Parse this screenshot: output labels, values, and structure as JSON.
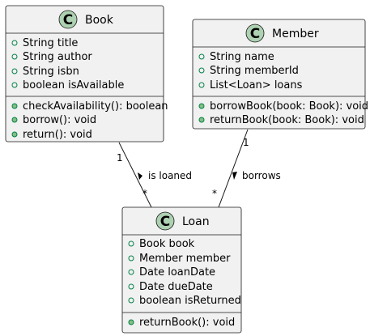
{
  "diagram": {
    "classes": {
      "book": {
        "badge": "C",
        "name": "Book",
        "attributes": [
          "String title",
          "String author",
          "String isbn",
          "boolean isAvailable"
        ],
        "operations": [
          "checkAvailability(): boolean",
          "borrow(): void",
          "return(): void"
        ]
      },
      "member": {
        "badge": "C",
        "name": "Member",
        "attributes": [
          "String name",
          "String memberId",
          "List<Loan> loans"
        ],
        "operations": [
          "borrowBook(book: Book): void",
          "returnBook(book: Book): void"
        ]
      },
      "loan": {
        "badge": "C",
        "name": "Loan",
        "attributes": [
          "Book book",
          "Member member",
          "Date loanDate",
          "Date dueDate",
          "boolean isReturned"
        ],
        "operations": [
          "returnBook(): void"
        ]
      }
    },
    "associations": {
      "book_loan": {
        "label": "is loaned",
        "source_mult": "1",
        "target_mult": "*"
      },
      "member_loan": {
        "label": "borrows",
        "source_mult": "1",
        "target_mult": "*"
      }
    },
    "colors": {
      "class_fill": "#f1f1f1",
      "badge_fill": "#add1b2",
      "visibility": "#038048"
    }
  }
}
